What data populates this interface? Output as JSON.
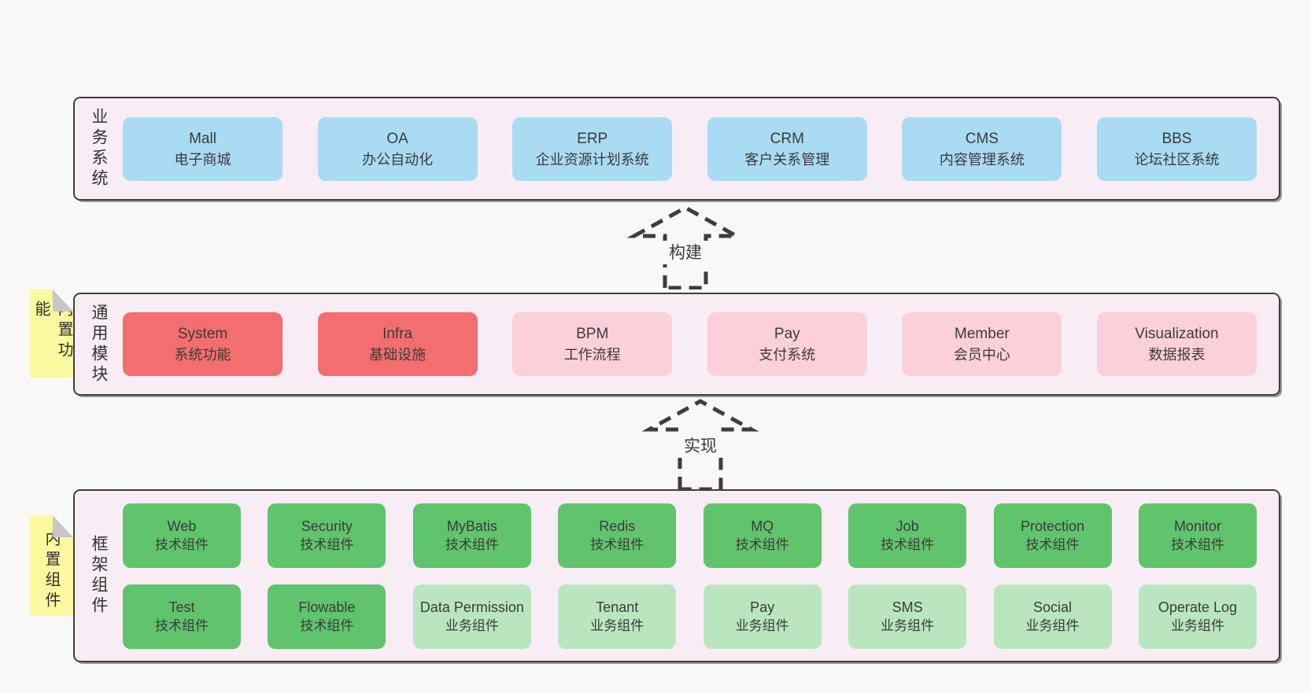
{
  "colors": {
    "page_bg": "#f8f8f8",
    "container_bg": "#f8edf5",
    "container_border": "#3f3f3f",
    "box_blue": "#a9dbf2",
    "box_red": "#f36e6e",
    "box_pink": "#fcd0d8",
    "box_green_dark": "#60c46c",
    "box_green_light": "#b9e6bf",
    "sticky_yellow": "#fbf9a0",
    "sticky_fold": "#c6c6c6",
    "text": "#3b3b3b"
  },
  "arrows": [
    {
      "label": "构建"
    },
    {
      "label": "实现"
    }
  ],
  "sections": {
    "business": {
      "label": "业务系统",
      "boxes": [
        {
          "en": "Mall",
          "zh": "电子商城"
        },
        {
          "en": "OA",
          "zh": "办公自动化"
        },
        {
          "en": "ERP",
          "zh": "企业资源计划系统"
        },
        {
          "en": "CRM",
          "zh": "客户关系管理"
        },
        {
          "en": "CMS",
          "zh": "内容管理系统"
        },
        {
          "en": "BBS",
          "zh": "论坛社区系统"
        }
      ]
    },
    "modules": {
      "label": "通用模块",
      "sticky": "内置功能",
      "boxes": [
        {
          "en": "System",
          "zh": "系统功能"
        },
        {
          "en": "Infra",
          "zh": "基础设施"
        },
        {
          "en": "BPM",
          "zh": "工作流程"
        },
        {
          "en": "Pay",
          "zh": "支付系统"
        },
        {
          "en": "Member",
          "zh": "会员中心"
        },
        {
          "en": "Visualization",
          "zh": "数据报表"
        }
      ]
    },
    "framework": {
      "label": "框架组件",
      "sticky": "内置组件",
      "row1": [
        {
          "en": "Web",
          "zh": "技术组件"
        },
        {
          "en": "Security",
          "zh": "技术组件"
        },
        {
          "en": "MyBatis",
          "zh": "技术组件"
        },
        {
          "en": "Redis",
          "zh": "技术组件"
        },
        {
          "en": "MQ",
          "zh": "技术组件"
        },
        {
          "en": "Job",
          "zh": "技术组件"
        },
        {
          "en": "Protection",
          "zh": "技术组件"
        },
        {
          "en": "Monitor",
          "zh": "技术组件"
        }
      ],
      "row2": [
        {
          "en": "Test",
          "zh": "技术组件"
        },
        {
          "en": "Flowable",
          "zh": "技术组件"
        },
        {
          "en": "Data Permission",
          "zh": "业务组件"
        },
        {
          "en": "Tenant",
          "zh": "业务组件"
        },
        {
          "en": "Pay",
          "zh": "业务组件"
        },
        {
          "en": "SMS",
          "zh": "业务组件"
        },
        {
          "en": "Social",
          "zh": "业务组件"
        },
        {
          "en": "Operate Log",
          "zh": "业务组件"
        }
      ]
    }
  }
}
